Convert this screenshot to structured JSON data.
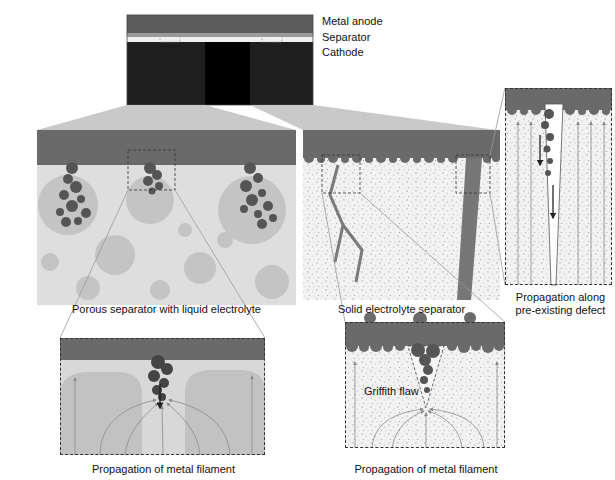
{
  "diagram": {
    "nodes": [
      {
        "text": [
          "Porous separator with liquid electrolyte"
        ]
      },
      {
        "text": [
          "Solid electrolyte separator"
        ]
      },
      {
        "text": [
          "Propagation of metal filament"
        ]
      },
      {
        "text": [
          "Griffith flaw",
          "Propagation of metal filament"
        ]
      },
      {
        "text": [
          "Propagation along pre-existing defect"
        ]
      }
    ],
    "labels": [
      "Metal anode",
      "Separator",
      "Cathode"
    ]
  }
}
